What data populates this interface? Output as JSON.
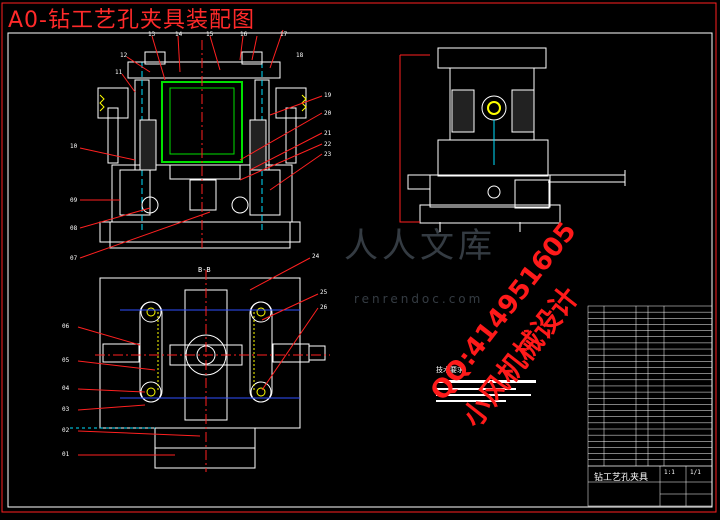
{
  "title": "A0-钻工艺孔夹具装配图",
  "section_label": "B-B",
  "callouts": {
    "top": [
      "12",
      "13",
      "14",
      "15",
      "16",
      "17",
      "18",
      "11",
      "10",
      "09",
      "08",
      "07",
      "19",
      "20",
      "21",
      "22",
      "23",
      "24"
    ],
    "plan": [
      "25",
      "26",
      "06",
      "05",
      "04",
      "03",
      "02",
      "01"
    ]
  },
  "tech_req_label": "技术要求",
  "title_block": {
    "name": "钻工艺孔夹具",
    "scale": "1:1",
    "sheet": "1/1"
  },
  "watermark": {
    "qq": "QQ:414951605",
    "name": "小风机械设计",
    "brand": "人人文库",
    "site": "renrendoc.com"
  },
  "colors": {
    "background": "#000000",
    "outline": "#ffffff",
    "leader": "#ff2020",
    "green": "#00e000",
    "yellow": "#ffff00",
    "blue": "#3050ff",
    "cyan": "#00e0ff"
  }
}
